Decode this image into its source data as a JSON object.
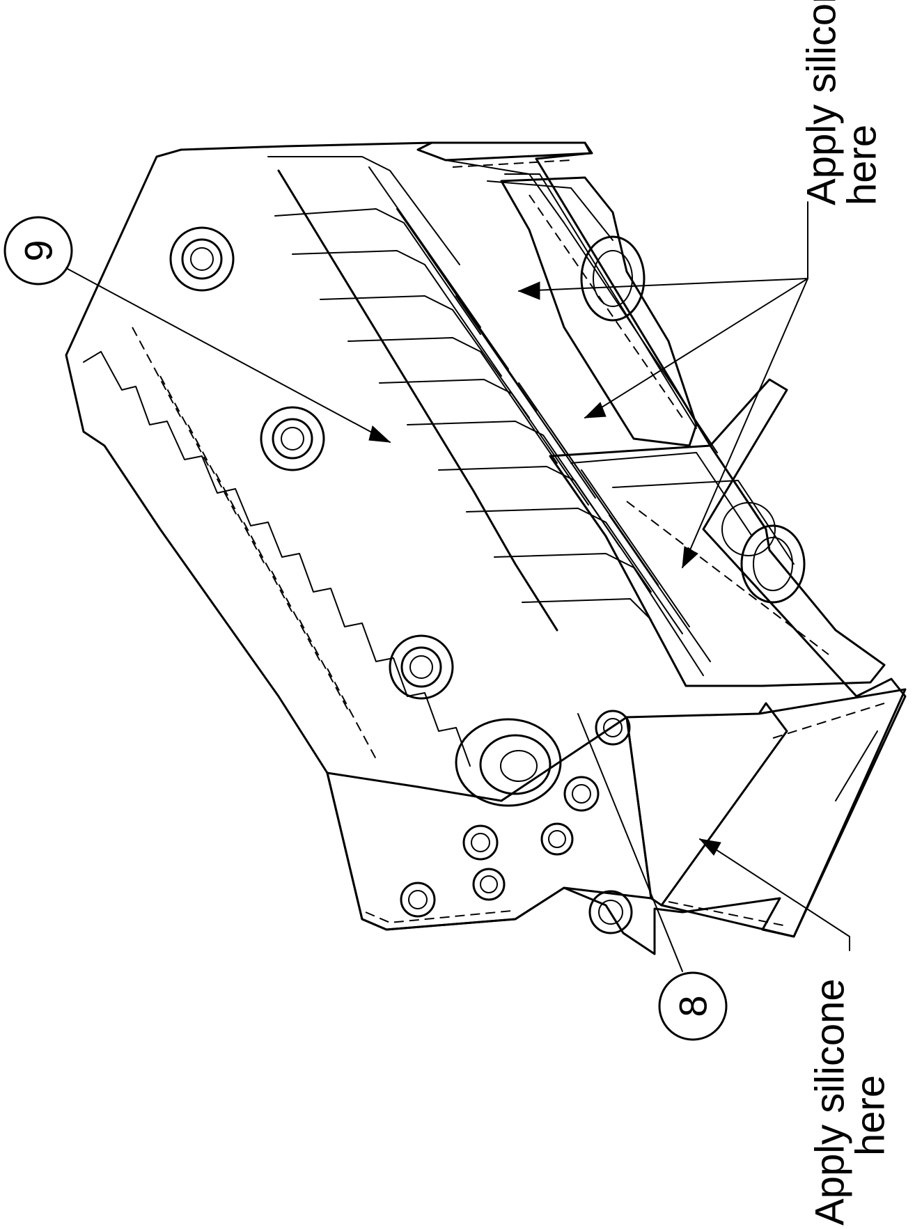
{
  "callouts": {
    "top_label_line1": "Apply silicone",
    "top_label_line2": "here",
    "bottom_label_line1": "Apply silicone",
    "bottom_label_line2": "here"
  },
  "balloons": {
    "item_9": "9",
    "item_8": "8"
  }
}
